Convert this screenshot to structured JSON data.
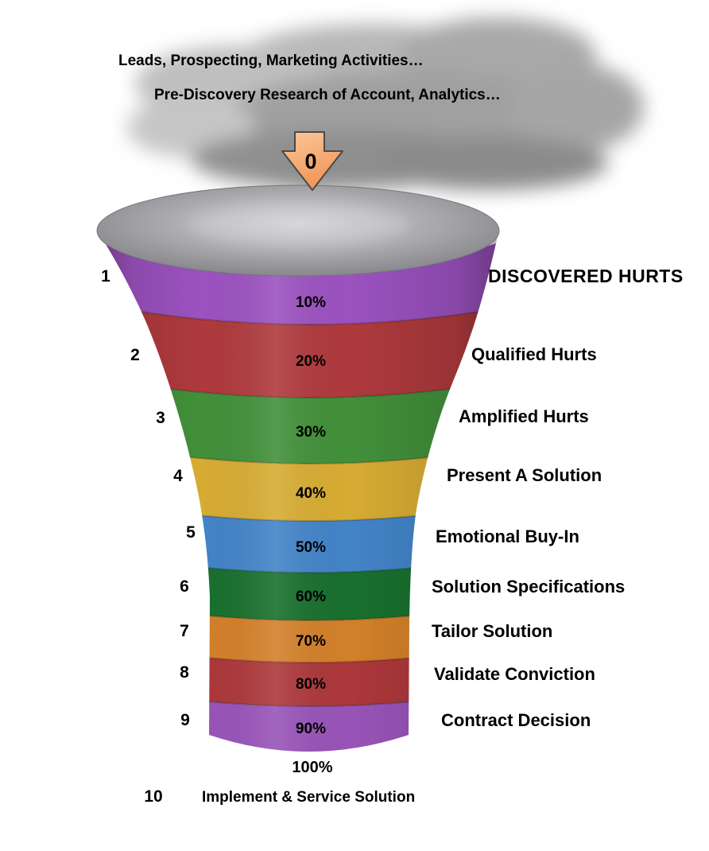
{
  "cloud": {
    "line1": "Leads, Prospecting, Marketing Activities…",
    "line2": "Pre-Discovery Research of Account, Analytics…"
  },
  "arrow": {
    "label": "0",
    "fill_light": "#FDC79A",
    "fill_dark": "#F09658",
    "stroke": "#4a4a4a"
  },
  "colors": {
    "funnel_top_light": "#CFCFD2",
    "funnel_top_mid": "#A7A7AB",
    "funnel_top_dark": "#7E7E82"
  },
  "funnel": {
    "stages": [
      {
        "num": "1",
        "percent": "10%",
        "percent_color": "#FFFFFF",
        "label": "DISCOVERED HURTS",
        "color": "#9C52C0"
      },
      {
        "num": "2",
        "percent": "20%",
        "percent_color": "#FFFFFF",
        "label": "Qualified Hurts",
        "color": "#AF3A3D"
      },
      {
        "num": "3",
        "percent": "30%",
        "percent_color": "#FFFFFF",
        "label": "Amplified Hurts",
        "color": "#42903A"
      },
      {
        "num": "4",
        "percent": "40%",
        "percent_color": "#111111",
        "label": "Present A Solution",
        "color": "#D7AC33"
      },
      {
        "num": "5",
        "percent": "50%",
        "percent_color": "#111111",
        "label": "Emotional Buy-In",
        "color": "#4384C8"
      },
      {
        "num": "6",
        "percent": "60%",
        "percent_color": "#FFFFFF",
        "label": "Solution Specifications",
        "color": "#19702E"
      },
      {
        "num": "7",
        "percent": "70%",
        "percent_color": "#FFFFFF",
        "label": "Tailor Solution",
        "color": "#D3802A"
      },
      {
        "num": "8",
        "percent": "80%",
        "percent_color": "#FFFFFF",
        "label": "Validate Conviction",
        "color": "#AC383B"
      },
      {
        "num": "9",
        "percent": "90%",
        "percent_color": "#FFFFFF",
        "label": "Contract Decision",
        "color": "#9854B8"
      }
    ],
    "bottom": {
      "percent": "100%",
      "num": "10",
      "label": "Implement & Service Solution"
    }
  }
}
